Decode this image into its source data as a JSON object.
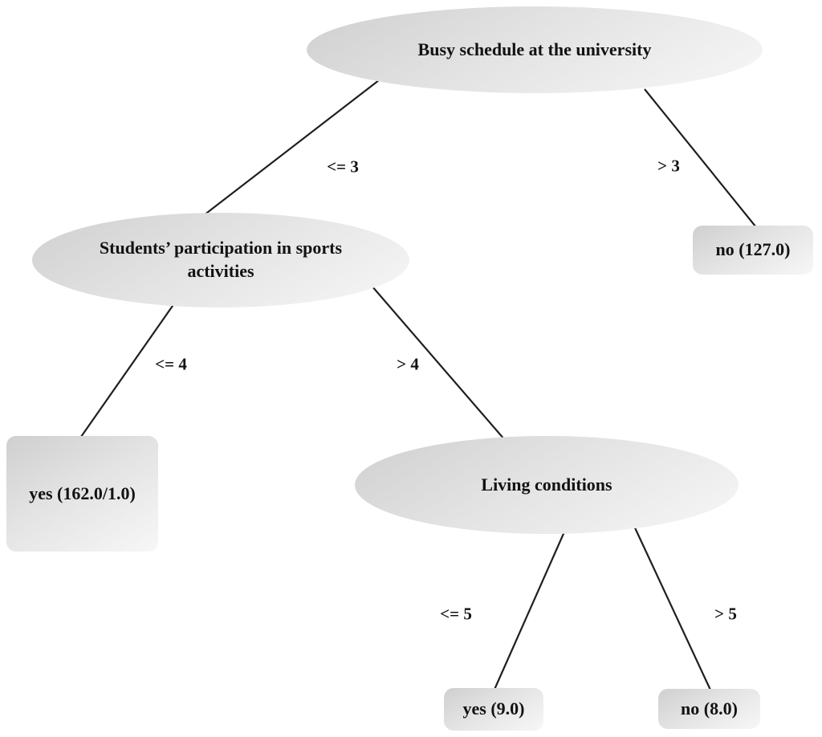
{
  "tree": {
    "type": "decision-tree",
    "nodes": {
      "busy_schedule": {
        "label": "Busy schedule at the university",
        "shape": "ellipse",
        "role": "decision"
      },
      "sports_participation": {
        "label": "Students’ participation in sports activities",
        "shape": "ellipse",
        "role": "decision"
      },
      "living_conditions": {
        "label": "Living conditions",
        "shape": "ellipse",
        "role": "decision"
      },
      "leaf_no_127": {
        "label": "no (127.0)",
        "shape": "rounded-rect",
        "role": "leaf"
      },
      "leaf_yes_162": {
        "label": "yes (162.0/1.0)",
        "shape": "rounded-rect",
        "role": "leaf"
      },
      "leaf_yes_9": {
        "label": "yes (9.0)",
        "shape": "rounded-rect",
        "role": "leaf"
      },
      "leaf_no_8": {
        "label": "no (8.0)",
        "shape": "rounded-rect",
        "role": "leaf"
      }
    },
    "edges": [
      {
        "from": "busy_schedule",
        "to": "sports_participation",
        "label": "<= 3"
      },
      {
        "from": "busy_schedule",
        "to": "leaf_no_127",
        "label": "> 3"
      },
      {
        "from": "sports_participation",
        "to": "leaf_yes_162",
        "label": "<= 4"
      },
      {
        "from": "sports_participation",
        "to": "living_conditions",
        "label": "> 4"
      },
      {
        "from": "living_conditions",
        "to": "leaf_yes_9",
        "label": "<= 5"
      },
      {
        "from": "living_conditions",
        "to": "leaf_no_8",
        "label": "> 5"
      }
    ],
    "colors": {
      "node_fill_dark": "#cfcfcf",
      "node_fill_light": "#f7f7f7",
      "edge_line": "#1f1f1f",
      "text": "#121212",
      "background": "#ffffff"
    }
  }
}
